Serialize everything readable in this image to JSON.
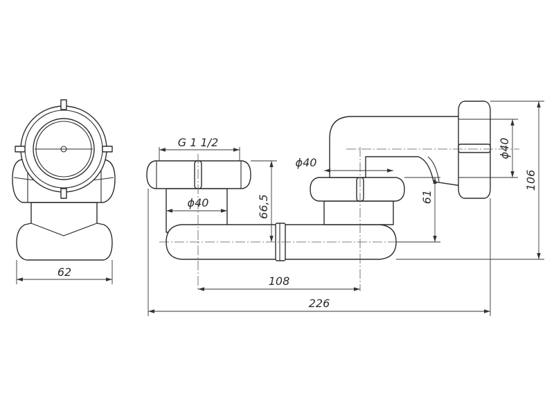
{
  "dimensions": {
    "width_side_view": "62",
    "thread_size": "G 1 1/2",
    "inlet_diameter": "ϕ40",
    "outlet_diameter_top": "ϕ40",
    "outlet_diameter_side": "ϕ40",
    "seal_height": "66,5",
    "outlet_height": "61",
    "overall_height": "106",
    "center_distance": "108",
    "overall_length": "226"
  }
}
